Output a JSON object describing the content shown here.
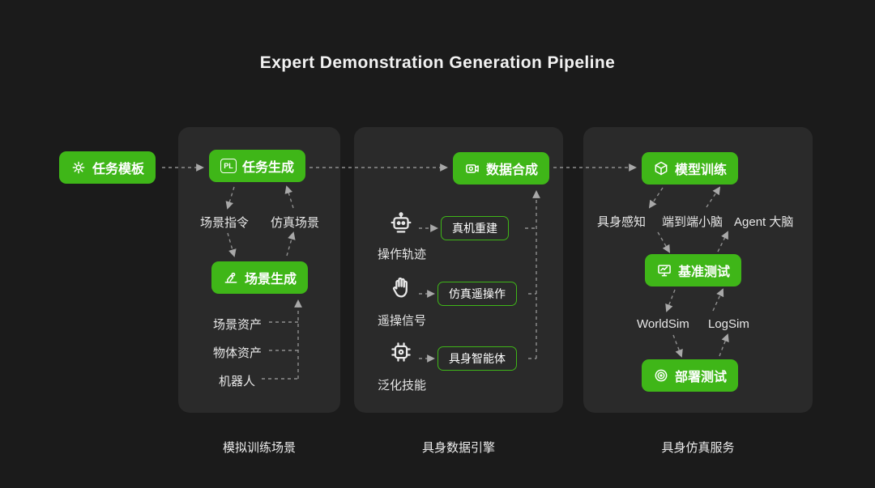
{
  "colors": {
    "accent_green": "#3fb618",
    "background": "#1b1b1b",
    "panel": "#2a2a2a",
    "text": "#f0f0f0",
    "connector": "#8f8f8f"
  },
  "title": "Expert Demonstration Generation Pipeline",
  "source_node": {
    "label": "任务模板"
  },
  "panel1": {
    "caption": "模拟训练场景",
    "task_gen_label": "任务生成",
    "pl_badge": "PL",
    "scene_command": "场景指令",
    "sim_scene": "仿真场景",
    "scene_gen_label": "场景生成",
    "assets": [
      "场景资产",
      "物体资产",
      "机器人"
    ]
  },
  "panel2": {
    "caption": "具身数据引擎",
    "data_synthesis_label": "数据合成",
    "rows": [
      {
        "icon_label": "操作轨迹",
        "box_label": "真机重建"
      },
      {
        "icon_label": "遥操信号",
        "box_label": "仿真遥操作"
      },
      {
        "icon_label": "泛化技能",
        "box_label": "具身智能体"
      }
    ]
  },
  "panel3": {
    "caption": "具身仿真服务",
    "model_training_label": "模型训练",
    "brain_labels": [
      "具身感知",
      "端到端小脑",
      "Agent 大脑"
    ],
    "benchmark_label": "基准测试",
    "sim_labels": [
      "WorldSim",
      "LogSim"
    ],
    "deploy_label": "部署测试"
  }
}
